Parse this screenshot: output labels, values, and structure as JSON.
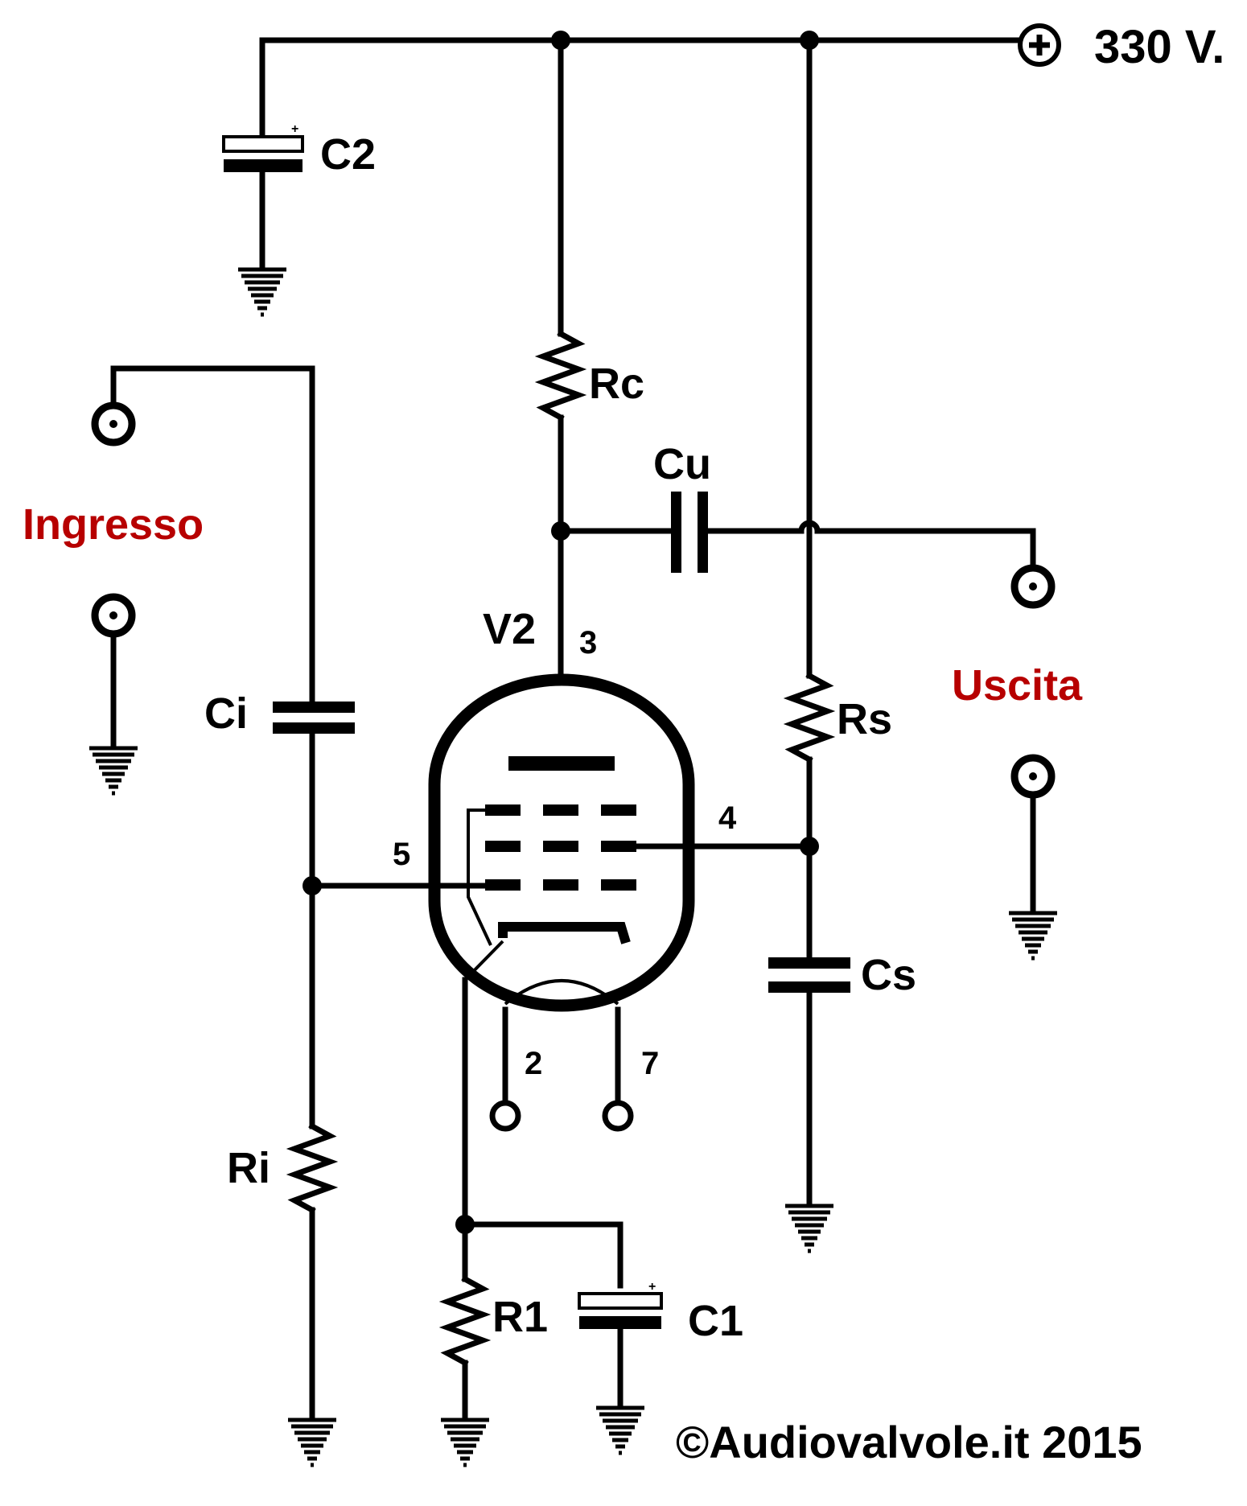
{
  "supply": {
    "voltage": "330 V."
  },
  "labels": {
    "c2": "C2",
    "rc": "Rc",
    "cu": "Cu",
    "ci": "Ci",
    "rs": "Rs",
    "cs": "Cs",
    "ri": "Ri",
    "r1": "R1",
    "c1": "C1",
    "tube": "V2",
    "input": "Ingresso",
    "output": "Uscita"
  },
  "pins": {
    "anode": "3",
    "screen": "4",
    "grid": "5",
    "heater_a": "2",
    "heater_b": "7"
  },
  "copyright": "©Audiovalvole.it 2015",
  "colors": {
    "wire": "#000000",
    "io_label": "#b70000",
    "background": "#ffffff"
  }
}
